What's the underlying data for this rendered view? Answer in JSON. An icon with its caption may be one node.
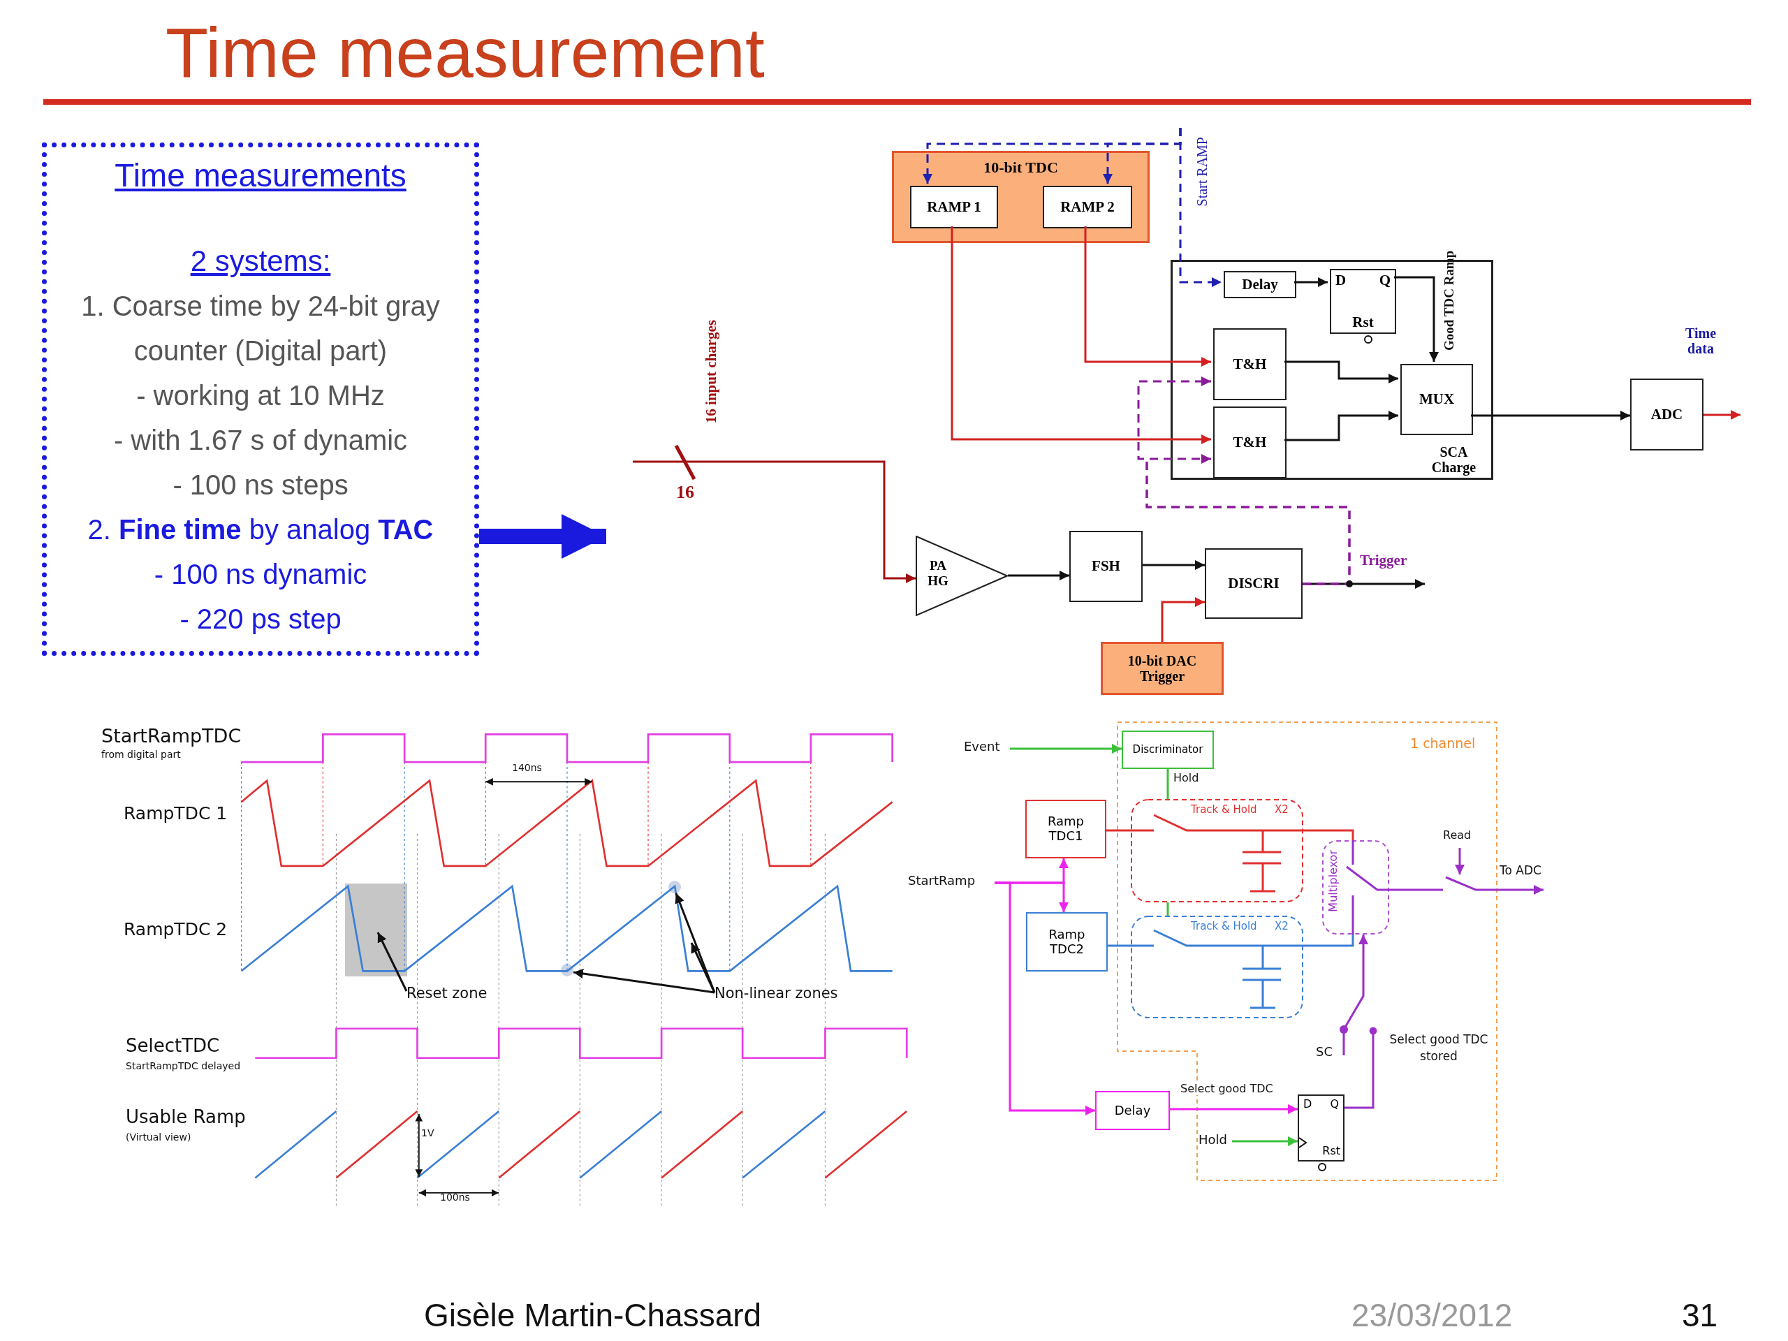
{
  "diagram": {
    "title": "Time measurement",
    "nodes": [
      {
        "text": [
          "Time measurements",
          "2 systems:",
          "1. Coarse time by 24-bit gray counter (Digital part)",
          "- working at 10 MHz",
          "- with 1.67 s of dynamic",
          "- 100 ns steps",
          "2. **Fine time** by analog **TAC**",
          "- 100 ns dynamic",
          "- 220 ps step"
        ]
      },
      {
        "text": [
          "10-bit TDC"
        ]
      },
      {
        "text": [
          "RAMP 1"
        ],
        "in": 1
      },
      {
        "text": [
          "RAMP 2"
        ],
        "in": 1
      },
      {
        "text": [
          "SCA Charge"
        ]
      },
      {
        "text": [
          "Delay"
        ],
        "in": 4
      },
      {
        "text": [
          "D",
          "Q",
          "Rst"
        ],
        "in": 4
      },
      {
        "text": [
          "T&H"
        ],
        "in": 4
      },
      {
        "text": [
          "T&H"
        ],
        "in": 4
      },
      {
        "text": [
          "MUX"
        ],
        "in": 4
      },
      {
        "text": [
          "ADC"
        ]
      },
      {
        "text": [
          "PA HG"
        ]
      },
      {
        "text": [
          "FSH"
        ]
      },
      {
        "text": [
          "DISCRI"
        ]
      },
      {
        "text": [
          "10-bit DAC Trigger"
        ]
      },
      {
        "text": [
          "Reset zone"
        ]
      },
      {
        "text": [],
        "shape": "box"
      },
      {
        "text": [
          "Non-linear zones"
        ]
      },
      {
        "text": [],
        "shape": "circle"
      },
      {
        "text": [],
        "shape": "circle"
      },
      {
        "text": [
          "1 channel"
        ]
      },
      {
        "text": [
          "Discriminator"
        ],
        "in": 20
      },
      {
        "text": [
          "Ramp TDC1"
        ]
      },
      {
        "text": [
          "Ramp TDC2"
        ]
      },
      {
        "text": [
          "Track & Hold",
          "X2"
        ],
        "in": 20
      },
      {
        "text": [
          "Track & Hold",
          "X2"
        ],
        "in": 20
      },
      {
        "text": [
          "Multiplexor"
        ],
        "in": 20
      },
      {
        "text": [
          "Delay"
        ]
      },
      {
        "text": [
          "D",
          "Q",
          "Rst"
        ],
        "in": 20
      },
      {
        "text": [
          "Event"
        ]
      },
      {
        "text": [
          "StartRamp"
        ]
      },
      {
        "text": [
          "SC"
        ],
        "in": 20
      },
      {
        "text": [
          "Hold"
        ],
        "in": 20
      },
      {
        "text": [
          "Select good TDC stored"
        ],
        "in": 20
      }
    ],
    "edges": [
      {
        "from": 0,
        "to": null,
        "arrow": "to",
        "style": "thick",
        "color": "#1a1adf"
      },
      {
        "from": null,
        "to": 2,
        "arrow": "to",
        "style": "dashed",
        "color": "#1f1fb0",
        "label": "Start RAMP"
      },
      {
        "from": null,
        "to": 3,
        "arrow": "to",
        "style": "dashed",
        "color": "#1f1fb0"
      },
      {
        "from": null,
        "to": 5,
        "arrow": "to",
        "style": "dashed",
        "color": "#1f1fb0"
      },
      {
        "from": 2,
        "to": 8,
        "arrow": "to",
        "color": "#d42020"
      },
      {
        "from": 3,
        "to": 7,
        "arrow": "to",
        "color": "#d42020"
      },
      {
        "from": 5,
        "to": 6,
        "arrow": "to"
      },
      {
        "from": 6,
        "to": 9,
        "arrow": "to",
        "label": "Good TDC Ramp"
      },
      {
        "from": 7,
        "to": 9,
        "arrow": "to"
      },
      {
        "from": 8,
        "to": 9,
        "arrow": "to"
      },
      {
        "from": 9,
        "to": 10,
        "arrow": "to"
      },
      {
        "from": 10,
        "to": null,
        "arrow": "to",
        "color": "#d42020",
        "label": "Time data"
      },
      {
        "from": null,
        "to": 11,
        "arrow": "to",
        "color": "#a01010",
        "label": "16 input charges"
      },
      {
        "from": 11,
        "to": 12,
        "arrow": "to"
      },
      {
        "from": 12,
        "to": 13,
        "arrow": "to"
      },
      {
        "from": 14,
        "to": 13,
        "arrow": "to",
        "color": "#d42020"
      },
      {
        "from": 13,
        "to": null,
        "arrow": "to",
        "label": "Trigger"
      },
      {
        "from": 13,
        "to": 7,
        "arrow": "to",
        "style": "dashed",
        "color": "#8a1a9a"
      },
      {
        "from": 13,
        "to": 8,
        "arrow": "to",
        "style": "dashed",
        "color": "#8a1a9a"
      },
      {
        "from": 15,
        "to": 16,
        "arrow": "to"
      },
      {
        "from": 17,
        "to": 18,
        "arrow": "to"
      },
      {
        "from": 17,
        "to": 19,
        "arrow": "to"
      },
      {
        "from": 17,
        "to": null,
        "arrow": "to"
      },
      {
        "from": 29,
        "to": 21,
        "arrow": "to",
        "color": "#3cc03c"
      },
      {
        "from": 21,
        "to": 24,
        "arrow": "none",
        "color": "#3cc03c",
        "label": "Hold"
      },
      {
        "from": 24,
        "to": 25,
        "arrow": "none",
        "color": "#3cc03c"
      },
      {
        "from": 22,
        "to": 24,
        "arrow": "none",
        "color": "#e03030"
      },
      {
        "from": 23,
        "to": 25,
        "arrow": "none",
        "color": "#3a7fd5"
      },
      {
        "from": 24,
        "to": 26,
        "arrow": "none",
        "color": "#e03030"
      },
      {
        "from": 25,
        "to": 26,
        "arrow": "none",
        "color": "#3a7fd5"
      },
      {
        "from": 26,
        "to": null,
        "arrow": "to",
        "color": "#9b2fc9",
        "label": "To ADC"
      },
      {
        "from": 31,
        "to": 26,
        "arrow": "to",
        "color": "#9b2fc9"
      },
      {
        "from": 30,
        "to": 22,
        "arrow": "to",
        "color": "#ee22ee"
      },
      {
        "from": 30,
        "to": 23,
        "arrow": "to",
        "color": "#ee22ee"
      },
      {
        "from": 30,
        "to": 27,
        "arrow": "to",
        "color": "#ee22ee"
      },
      {
        "from": 27,
        "to": 28,
        "arrow": "to",
        "color": "#ee22ee",
        "label": "Select good TDC"
      },
      {
        "from": 32,
        "to": 28,
        "arrow": "to",
        "color": "#3cc03c"
      },
      {
        "from": 28,
        "to": 33,
        "arrow": "other",
        "color": "#9b2fc9"
      }
    ],
    "labels": [
      "16",
      "StartRampTDC",
      "from digital part",
      "140ns",
      "RampTDC 1",
      "RampTDC 2",
      "SelectTDC",
      "StartRampTDC delayed",
      "Usable Ramp",
      "(Virtual view)",
      "1V",
      "100ns",
      "Read",
      "Gisèle Martin-Chassard",
      "23/03/2012",
      "31"
    ]
  }
}
